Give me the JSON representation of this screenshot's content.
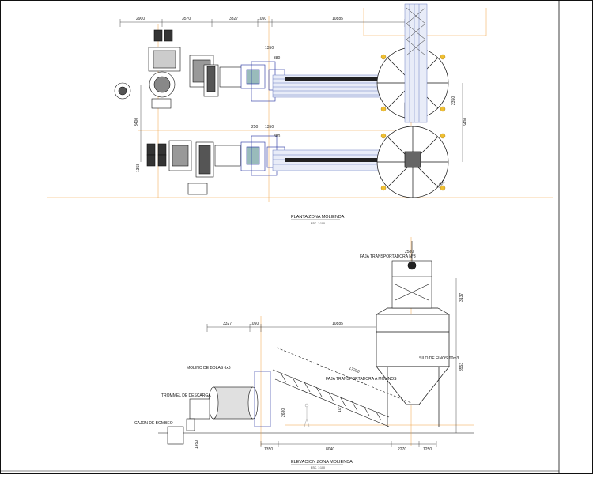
{
  "plan": {
    "title": "PLANTA ZONA MOLIENDA",
    "scale": "ESC. 1:100",
    "dims_top": [
      "2900",
      "3570",
      "3327",
      "1050",
      "10885"
    ],
    "dims_inner": [
      "1350",
      "380"
    ],
    "dims_inner2": [
      "250",
      "1350",
      "380"
    ],
    "dims_vertical": [
      "3400",
      "1358"
    ],
    "dims_right": [
      "2350",
      "5400"
    ],
    "dim_diagonal": "5500"
  },
  "elevation": {
    "title": "ELEVACION ZONA MOLIENDA",
    "scale": "ESC. 1:100",
    "labels": {
      "faja_top": "FAJA TRANSPORTADORA N°3",
      "silo": "SILO DE FINOS 60m3",
      "faja_mid": "FAJA TRANSPORTADORA A MOLINOS",
      "molino": "MOLINO DE BOLAS 6x6",
      "trommel": "TROMMEL DE DESCARGA",
      "cajon": "CAJON DE BOMBEO"
    },
    "dims_top": [
      "3327",
      "1050",
      "10885"
    ],
    "dim_silo_width": "2580",
    "dims_right": [
      "3137",
      "8553"
    ],
    "dim_incline": "17200",
    "dim_conveyor_small": "10°",
    "dims_bottom": [
      "1350",
      "8040",
      "2270",
      "1250"
    ],
    "dims_left": [
      "2680",
      "1450"
    ]
  }
}
